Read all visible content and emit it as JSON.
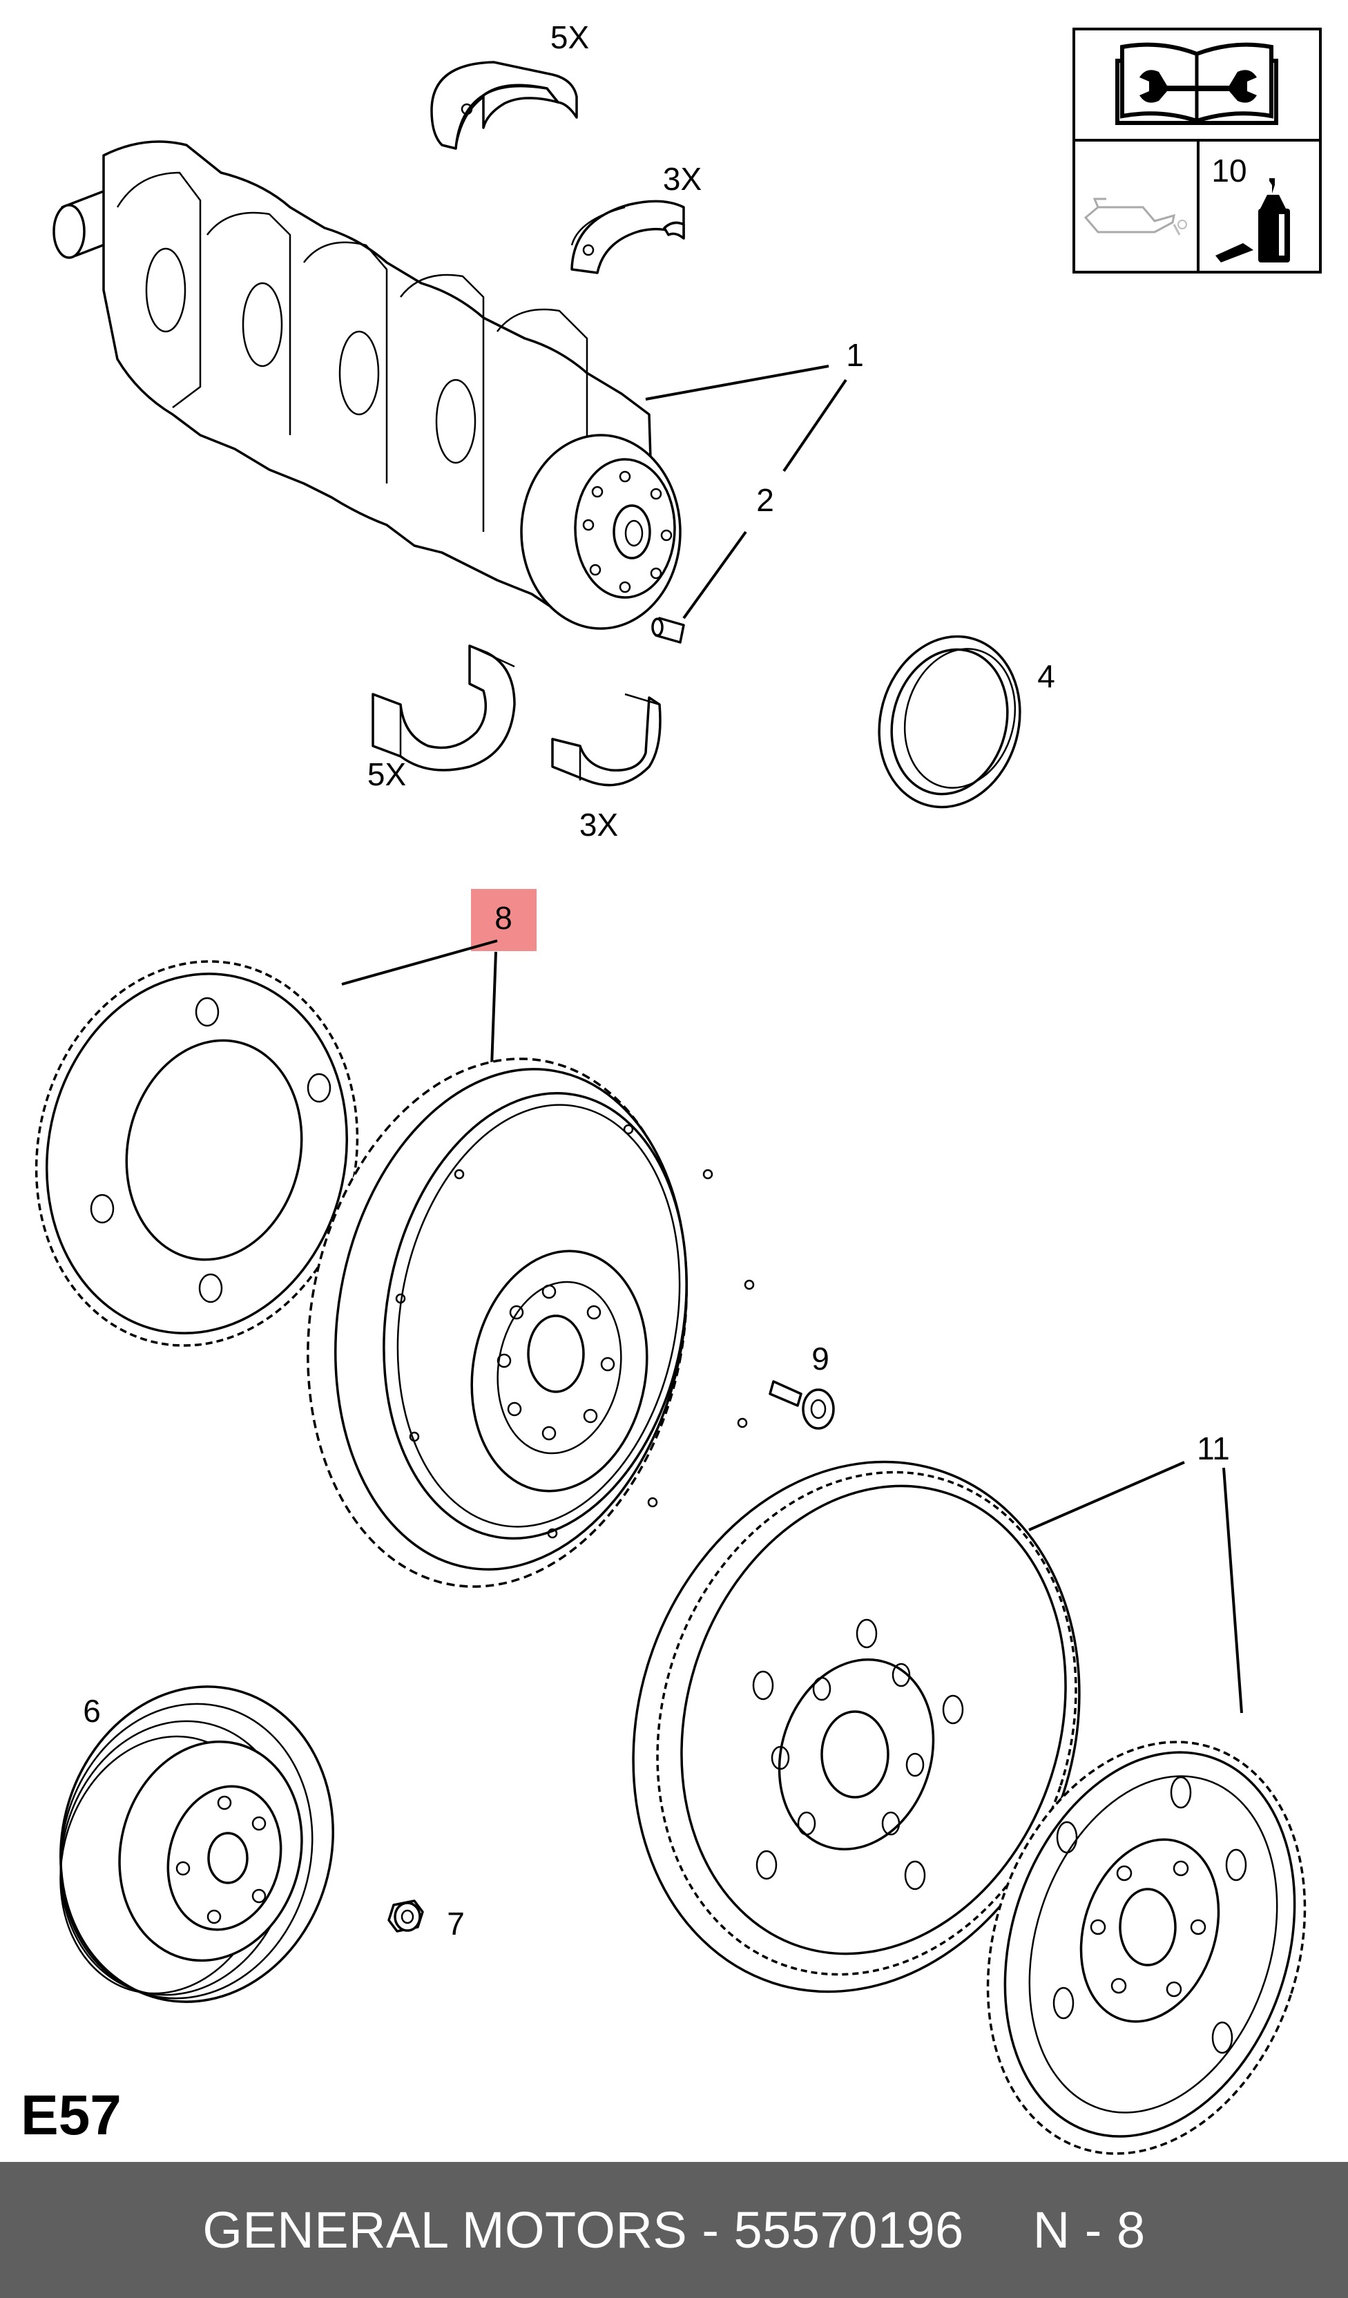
{
  "labels": {
    "qty_top_bearing": "5X",
    "qty_top_thrust": "3X",
    "part_1": "1",
    "part_2": "2",
    "part_4": "4",
    "qty_lower_bearing": "5X",
    "qty_lower_thrust": "3X",
    "part_8": "8",
    "part_9": "9",
    "part_10": "10",
    "part_11": "11",
    "part_6": "6",
    "part_7": "7"
  },
  "highlight_color": "#f28b8b",
  "section_code": "E57",
  "footer": {
    "brand": "GENERAL MOTORS",
    "separator": "-",
    "part_number": "55570196",
    "ref": "N - 8"
  },
  "icons": [
    "repair-manual-icon",
    "oil-can-icon",
    "thread-locker-bottle-icon"
  ]
}
